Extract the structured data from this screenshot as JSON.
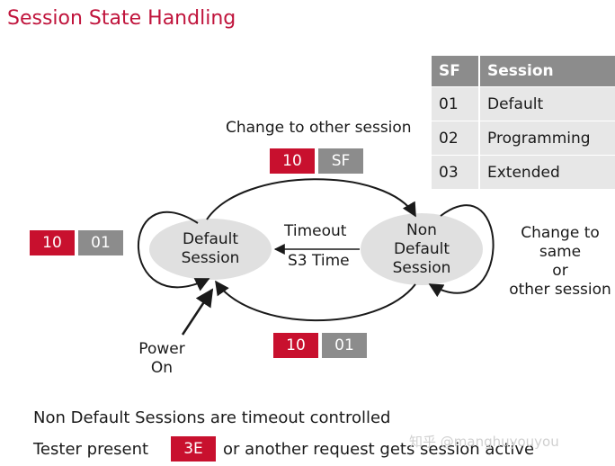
{
  "title": "Session State Handling",
  "table": {
    "headers": [
      "SF",
      "Session"
    ],
    "rows": [
      [
        "01",
        "Default"
      ],
      [
        "02",
        "Programming"
      ],
      [
        "03",
        "Extended"
      ]
    ]
  },
  "diagram": {
    "change_other_label": "Change to other session",
    "top_boxes": [
      "10",
      "SF"
    ],
    "left_boxes": [
      "10",
      "01"
    ],
    "bottom_boxes": [
      "10",
      "01"
    ],
    "default_state": [
      "Default",
      "Session"
    ],
    "non_default_state": [
      "Non",
      "Default",
      "Session"
    ],
    "timeout_label": "Timeout",
    "s3_label": "S3 Time",
    "change_same_label": [
      "Change to",
      "same",
      "or",
      "other session"
    ],
    "power_on_label": [
      "Power",
      "On"
    ]
  },
  "footer": {
    "line1": "Non Default Sessions are timeout controlled",
    "line2_prefix": "Tester present",
    "line2_box": "3E",
    "line2_suffix": "or another request gets session active"
  },
  "watermark": "知乎 @manghuyouyou",
  "colors": {
    "accent": "#c8102e",
    "gray": "#8c8c8c",
    "ellipse": "#e0e0e0"
  }
}
